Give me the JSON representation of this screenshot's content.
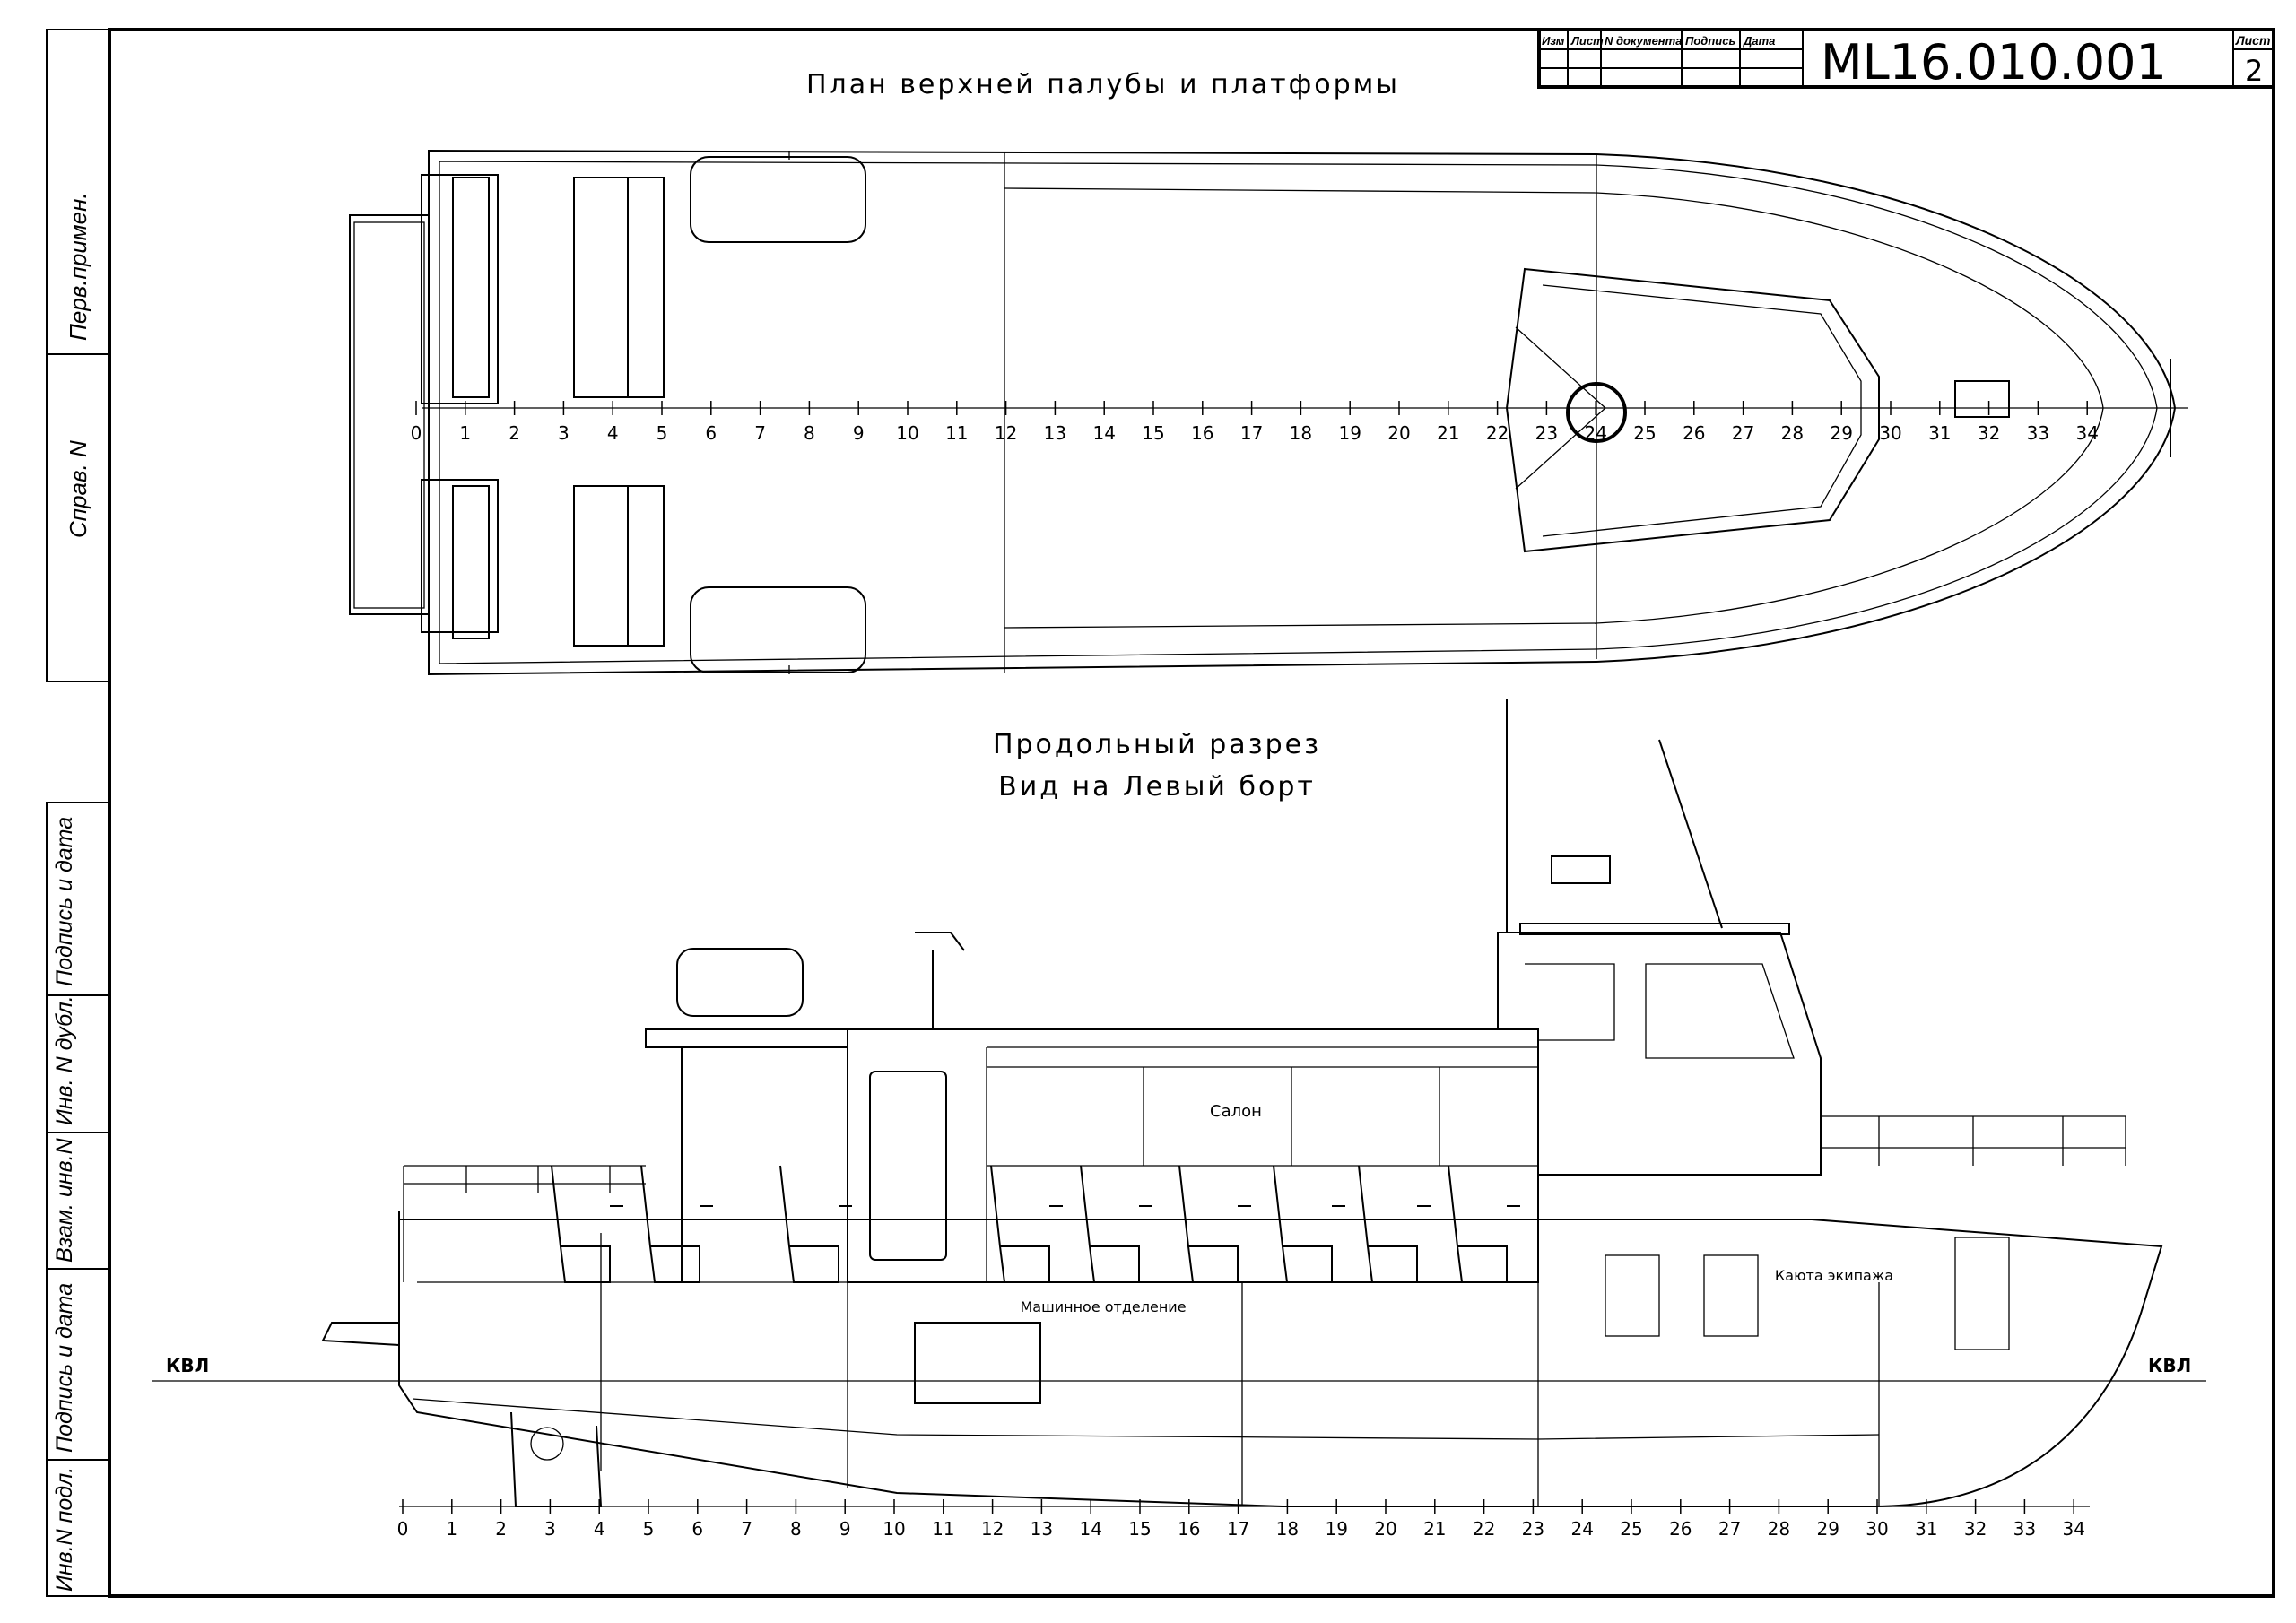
{
  "title_block": {
    "columns": [
      "Изм",
      "Лист",
      "N документа",
      "Подпись",
      "Дата"
    ],
    "document_number": "ML16.010.001",
    "sheet_label": "Лист",
    "sheet_number": "2"
  },
  "side_stamps": {
    "top": [
      "Перв.примен.",
      "Справ. N"
    ],
    "bottom": [
      "Подпись и дата",
      "Инв. N дубл.",
      "Взам. инв.N",
      "Подпись и дата",
      "Инв.N подл."
    ]
  },
  "plan_view": {
    "title": "План верхней палубы и платформы",
    "frames": [
      "0",
      "1",
      "2",
      "3",
      "4",
      "5",
      "6",
      "7",
      "8",
      "9",
      "10",
      "11",
      "12",
      "13",
      "14",
      "15",
      "16",
      "17",
      "18",
      "19",
      "20",
      "21",
      "22",
      "23",
      "24",
      "25",
      "26",
      "27",
      "28",
      "29",
      "30",
      "31",
      "32",
      "33",
      "34"
    ]
  },
  "section_view": {
    "title_line1": "Продольный разрез",
    "title_line2": "Вид на Левый борт",
    "waterline_label": "КВЛ",
    "labels": {
      "salon": "Салон",
      "engine_room": "Машинное отделение",
      "crew_cabin": "Каюта экипажа"
    },
    "frames": [
      "0",
      "1",
      "2",
      "3",
      "4",
      "5",
      "6",
      "7",
      "8",
      "9",
      "10",
      "11",
      "12",
      "13",
      "14",
      "15",
      "16",
      "17",
      "18",
      "19",
      "20",
      "21",
      "22",
      "23",
      "24",
      "25",
      "26",
      "27",
      "28",
      "29",
      "30",
      "31",
      "32",
      "33",
      "34"
    ]
  }
}
